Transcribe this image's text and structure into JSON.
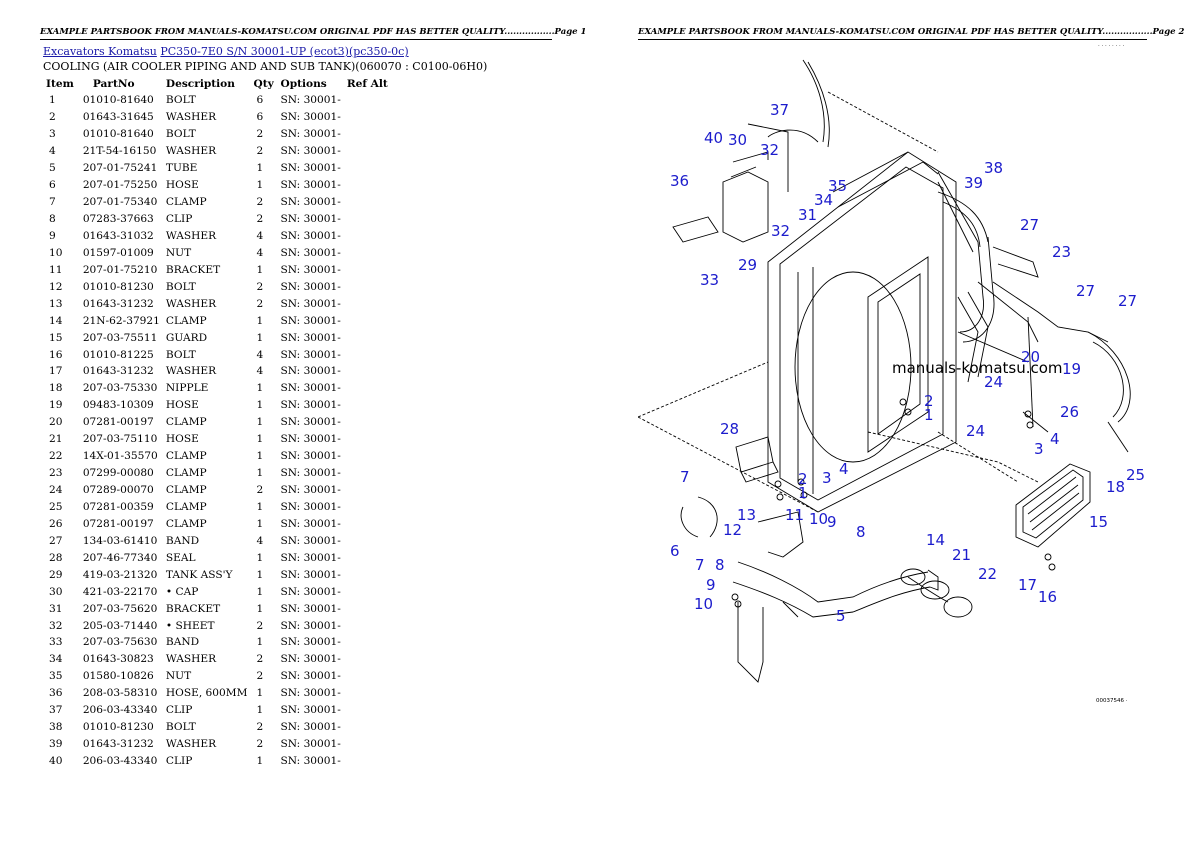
{
  "header": {
    "page1": "EXAMPLE PARTSBOOK FROM MANUALS-KOMATSU.COM ORIGINAL PDF HAS BETTER QUALITY.................Page 1",
    "page2": "EXAMPLE PARTSBOOK FROM MANUALS-KOMATSU.COM ORIGINAL PDF HAS BETTER QUALITY.................Page 2"
  },
  "breadcrumb": {
    "category": "Excavators Komatsu",
    "model": "PC350-7E0 S/N 30001-UP (ecot3)(pc350-0c)"
  },
  "subtitle": "COOLING (AIR COOLER PIPING AND AND SUB TANK)(060070 : C0100-06H0)",
  "table": {
    "columns": [
      "Item",
      "PartNo",
      "Description",
      "Qty",
      "Options",
      "Ref Alt"
    ],
    "rows": [
      [
        "1",
        "01010-81640",
        "BOLT",
        "6",
        "SN: 30001-",
        ""
      ],
      [
        "2",
        "01643-31645",
        "WASHER",
        "6",
        "SN: 30001-",
        ""
      ],
      [
        "3",
        "01010-81640",
        "BOLT",
        "2",
        "SN: 30001-",
        ""
      ],
      [
        "4",
        "21T-54-16150",
        "WASHER",
        "2",
        "SN: 30001-",
        ""
      ],
      [
        "5",
        "207-01-75241",
        "TUBE",
        "1",
        "SN: 30001-",
        ""
      ],
      [
        "6",
        "207-01-75250",
        "HOSE",
        "1",
        "SN: 30001-",
        ""
      ],
      [
        "7",
        "207-01-75340",
        "CLAMP",
        "2",
        "SN: 30001-",
        ""
      ],
      [
        "8",
        "07283-37663",
        "CLIP",
        "2",
        "SN: 30001-",
        ""
      ],
      [
        "9",
        "01643-31032",
        "WASHER",
        "4",
        "SN: 30001-",
        ""
      ],
      [
        "10",
        "01597-01009",
        "NUT",
        "4",
        "SN: 30001-",
        ""
      ],
      [
        "11",
        "207-01-75210",
        "BRACKET",
        "1",
        "SN: 30001-",
        ""
      ],
      [
        "12",
        "01010-81230",
        "BOLT",
        "2",
        "SN: 30001-",
        ""
      ],
      [
        "13",
        "01643-31232",
        "WASHER",
        "2",
        "SN: 30001-",
        ""
      ],
      [
        "14",
        "21N-62-37921",
        "CLAMP",
        "1",
        "SN: 30001-",
        ""
      ],
      [
        "15",
        "207-03-75511",
        "GUARD",
        "1",
        "SN: 30001-",
        ""
      ],
      [
        "16",
        "01010-81225",
        "BOLT",
        "4",
        "SN: 30001-",
        ""
      ],
      [
        "17",
        "01643-31232",
        "WASHER",
        "4",
        "SN: 30001-",
        ""
      ],
      [
        "18",
        "207-03-75330",
        "NIPPLE",
        "1",
        "SN: 30001-",
        ""
      ],
      [
        "19",
        "09483-10309",
        "HOSE",
        "1",
        "SN: 30001-",
        ""
      ],
      [
        "20",
        "07281-00197",
        "CLAMP",
        "1",
        "SN: 30001-",
        ""
      ],
      [
        "21",
        "207-03-75110",
        "HOSE",
        "1",
        "SN: 30001-",
        ""
      ],
      [
        "22",
        "14X-01-35570",
        "CLAMP",
        "1",
        "SN: 30001-",
        ""
      ],
      [
        "23",
        "07299-00080",
        "CLAMP",
        "1",
        "SN: 30001-",
        ""
      ],
      [
        "24",
        "07289-00070",
        "CLAMP",
        "2",
        "SN: 30001-",
        ""
      ],
      [
        "25",
        "07281-00359",
        "CLAMP",
        "1",
        "SN: 30001-",
        ""
      ],
      [
        "26",
        "07281-00197",
        "CLAMP",
        "1",
        "SN: 30001-",
        ""
      ],
      [
        "27",
        "134-03-61410",
        "BAND",
        "4",
        "SN: 30001-",
        ""
      ],
      [
        "28",
        "207-46-77340",
        "SEAL",
        "1",
        "SN: 30001-",
        ""
      ],
      [
        "29",
        "419-03-21320",
        "TANK ASS'Y",
        "1",
        "SN: 30001-",
        ""
      ],
      [
        "30",
        "421-03-22170",
        "• CAP",
        "1",
        "SN: 30001-",
        ""
      ],
      [
        "31",
        "207-03-75620",
        "BRACKET",
        "1",
        "SN: 30001-",
        ""
      ],
      [
        "32",
        "205-03-71440",
        "• SHEET",
        "2",
        "SN: 30001-",
        ""
      ],
      [
        "33",
        "207-03-75630",
        "BAND",
        "1",
        "SN: 30001-",
        ""
      ],
      [
        "34",
        "01643-30823",
        "WASHER",
        "2",
        "SN: 30001-",
        ""
      ],
      [
        "35",
        "01580-10826",
        "NUT",
        "2",
        "SN: 30001-",
        ""
      ],
      [
        "36",
        "208-03-58310",
        "HOSE, 600MM",
        "1",
        "SN: 30001-",
        ""
      ],
      [
        "37",
        "206-03-43340",
        "CLIP",
        "1",
        "SN: 30001-",
        ""
      ],
      [
        "38",
        "01010-81230",
        "BOLT",
        "2",
        "SN: 30001-",
        ""
      ],
      [
        "39",
        "01643-31232",
        "WASHER",
        "2",
        "SN: 30001-",
        ""
      ],
      [
        "40",
        "206-03-43340",
        "CLIP",
        "1",
        "SN: 30001-",
        ""
      ]
    ]
  },
  "diagram": {
    "watermark": "manuals-komatsu.com",
    "top_code": "· · · · · · · ·",
    "bottom_code": "00037546 ·",
    "callouts": [
      "37",
      "40",
      "30",
      "32",
      "36",
      "35",
      "34",
      "31",
      "32",
      "33",
      "29",
      "38",
      "39",
      "27",
      "23",
      "27",
      "27",
      "20",
      "19",
      "24",
      "2",
      "1",
      "24",
      "26",
      "3",
      "4",
      "28",
      "2",
      "3",
      "4",
      "1",
      "18",
      "25",
      "7",
      "11",
      "10",
      "9",
      "8",
      "12",
      "13",
      "6",
      "7",
      "8",
      "14",
      "21",
      "22",
      "5",
      "15",
      "17",
      "16",
      "9",
      "10"
    ]
  },
  "colors": {
    "callout": "#1c1ccc",
    "link": "#1a1aa8"
  }
}
